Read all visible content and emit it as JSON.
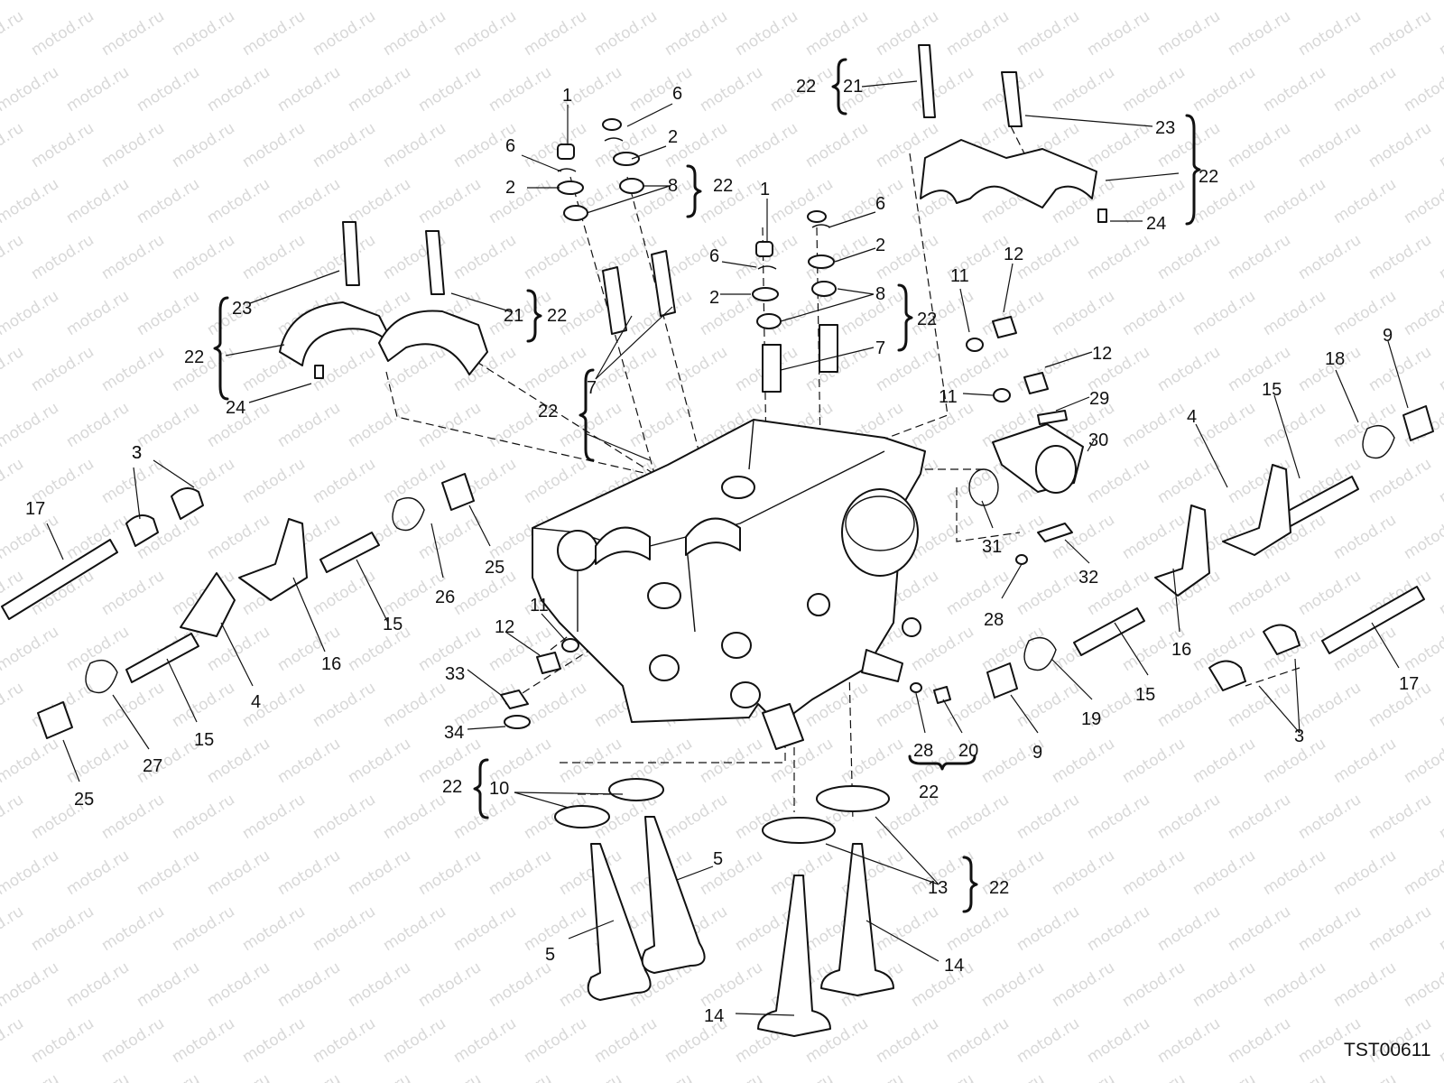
{
  "watermark": "motod.ru",
  "drawing_code": "TST00611",
  "callouts": [
    {
      "text": "1"
    },
    {
      "text": "6"
    },
    {
      "text": "6"
    },
    {
      "text": "2"
    },
    {
      "text": "2"
    },
    {
      "text": "8"
    },
    {
      "text": "22"
    },
    {
      "text": "1"
    },
    {
      "text": "6"
    },
    {
      "text": "6"
    },
    {
      "text": "2"
    },
    {
      "text": "2"
    },
    {
      "text": "8"
    },
    {
      "text": "22"
    },
    {
      "text": "7"
    },
    {
      "text": "7"
    },
    {
      "text": "22"
    },
    {
      "text": "22"
    },
    {
      "text": "21"
    },
    {
      "text": "23"
    },
    {
      "text": "22"
    },
    {
      "text": "24"
    },
    {
      "text": "23"
    },
    {
      "text": "21"
    },
    {
      "text": "22"
    },
    {
      "text": "22"
    },
    {
      "text": "24"
    },
    {
      "text": "11"
    },
    {
      "text": "12"
    },
    {
      "text": "12"
    },
    {
      "text": "11"
    },
    {
      "text": "29"
    },
    {
      "text": "30"
    },
    {
      "text": "31"
    },
    {
      "text": "32"
    },
    {
      "text": "28"
    },
    {
      "text": "3"
    },
    {
      "text": "3"
    },
    {
      "text": "17"
    },
    {
      "text": "25"
    },
    {
      "text": "26"
    },
    {
      "text": "15"
    },
    {
      "text": "16"
    },
    {
      "text": "4"
    },
    {
      "text": "15"
    },
    {
      "text": "27"
    },
    {
      "text": "25"
    },
    {
      "text": "12"
    },
    {
      "text": "11"
    },
    {
      "text": "33"
    },
    {
      "text": "34"
    },
    {
      "text": "9"
    },
    {
      "text": "18"
    },
    {
      "text": "15"
    },
    {
      "text": "4"
    },
    {
      "text": "16"
    },
    {
      "text": "15"
    },
    {
      "text": "19"
    },
    {
      "text": "9"
    },
    {
      "text": "3"
    },
    {
      "text": "17"
    },
    {
      "text": "28"
    },
    {
      "text": "20"
    },
    {
      "text": "22"
    },
    {
      "text": "22"
    },
    {
      "text": "10"
    },
    {
      "text": "5"
    },
    {
      "text": "5"
    },
    {
      "text": "13"
    },
    {
      "text": "22"
    },
    {
      "text": "14"
    },
    {
      "text": "14"
    }
  ]
}
